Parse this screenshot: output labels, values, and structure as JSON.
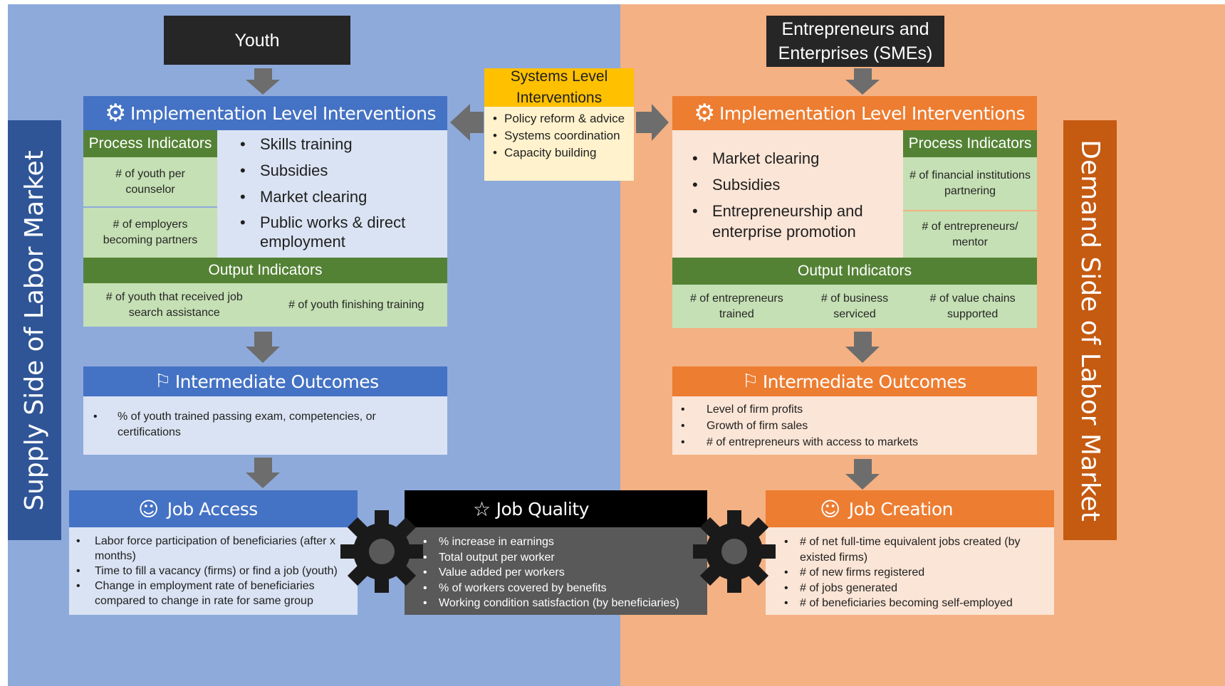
{
  "supply_label": "Supply Side of Labor Market",
  "demand_label": "Demand Side of Labor Market",
  "youth": "Youth",
  "entrepreneurs": [
    "Entrepreneurs and",
    "Enterprises (SMEs)"
  ],
  "systems": {
    "title": [
      "Systems Level",
      "Interventions"
    ],
    "items": [
      "Policy reform & advice",
      "Systems coordination",
      "Capacity building"
    ]
  },
  "left": {
    "impl_title": "Implementation Level Interventions",
    "process_title": "Process Indicators",
    "process_items": [
      "# of youth per counselor",
      "# of employers becoming partners"
    ],
    "interventions": [
      "Skills training",
      "Subsidies",
      "Market clearing",
      "Public works & direct employment"
    ],
    "output_title": "Output Indicators",
    "outputs": [
      "# of youth that received job search assistance",
      "# of youth finishing training"
    ],
    "inter_title": "Intermediate Outcomes",
    "inter_items": [
      "% of youth trained passing exam, competencies, or certifications"
    ]
  },
  "right": {
    "impl_title": "Implementation Level Interventions",
    "process_title": "Process Indicators",
    "process_items": [
      "# of financial institutions partnering",
      "# of entrepreneurs/ mentor"
    ],
    "interventions": [
      "Market clearing",
      "Subsidies",
      "Entrepreneurship and enterprise promotion"
    ],
    "output_title": "Output Indicators",
    "outputs": [
      "# of entrepreneurs trained",
      "# of business serviced",
      "# of value chains supported"
    ],
    "inter_title": "Intermediate Outcomes",
    "inter_items": [
      "Level of firm profits",
      "Growth of firm sales",
      "# of entrepreneurs with access to markets"
    ]
  },
  "job_access": {
    "title": "Job Access",
    "items": [
      "Labor force participation of beneficiaries (after x months)",
      "Time to fill a vacancy (firms) or find a job (youth)",
      "Change in employment rate of beneficiaries compared to change in rate for same group"
    ]
  },
  "job_quality": {
    "title": "Job Quality",
    "items": [
      "% increase in earnings",
      "Total output per worker",
      "Value added per workers",
      "% of workers covered by benefits",
      "Working condition satisfaction (by beneficiaries)"
    ]
  },
  "job_creation": {
    "title": "Job Creation",
    "items": [
      "# of net full-time equivalent  jobs created (by existed firms)",
      "# of new firms registered",
      "# of jobs generated",
      "# of beneficiaries becoming self-employed"
    ]
  },
  "colors": {
    "blue": "#4472c4",
    "orange": "#ed7d31",
    "green": "#548235",
    "light_green": "#c5e0b4",
    "yellow": "#ffc000",
    "dark": "#262626"
  }
}
